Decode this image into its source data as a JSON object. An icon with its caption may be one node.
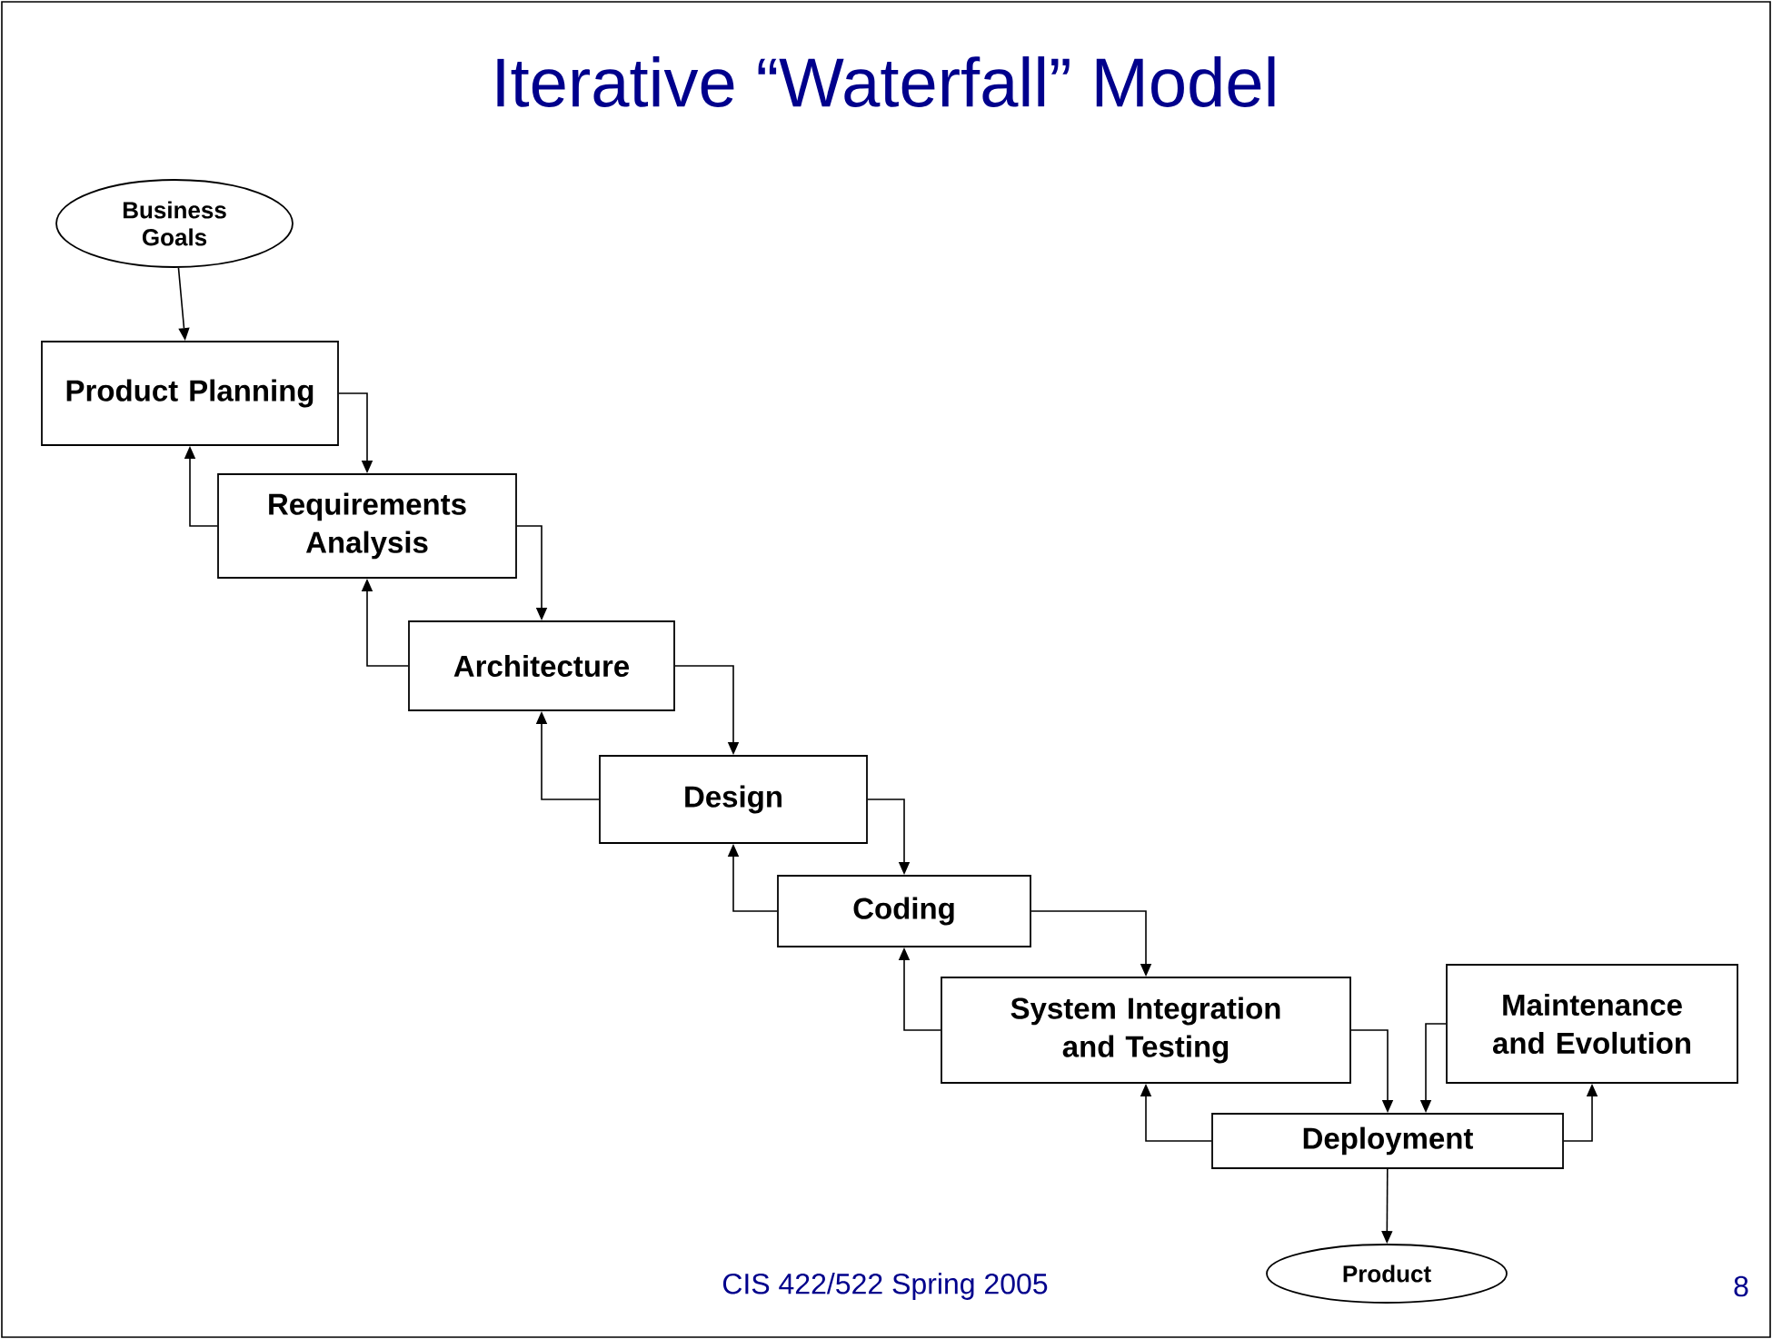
{
  "diagram": {
    "title": "Iterative “Waterfall” Model",
    "nodes": [
      {
        "text": [
          "Business Goals"
        ]
      },
      {
        "text": [
          "Product Planning"
        ]
      },
      {
        "text": [
          "Requirements Analysis"
        ]
      },
      {
        "text": [
          "Architecture"
        ]
      },
      {
        "text": [
          "Design"
        ]
      },
      {
        "text": [
          "Coding"
        ]
      },
      {
        "text": [
          "System Integration and Testing"
        ]
      },
      {
        "text": [
          "Maintenance and Evolution"
        ]
      },
      {
        "text": [
          "Deployment"
        ]
      },
      {
        "text": [
          "Product"
        ]
      }
    ],
    "edges": [
      {
        "from": 0,
        "to": 1,
        "arrow": "to"
      },
      {
        "from": 1,
        "to": 2,
        "arrow": "to"
      },
      {
        "from": 2,
        "to": 1,
        "arrow": "to"
      },
      {
        "from": 2,
        "to": 3,
        "arrow": "to"
      },
      {
        "from": 3,
        "to": 2,
        "arrow": "to"
      },
      {
        "from": 3,
        "to": 4,
        "arrow": "to"
      },
      {
        "from": 4,
        "to": 3,
        "arrow": "to"
      },
      {
        "from": 4,
        "to": 5,
        "arrow": "to"
      },
      {
        "from": 5,
        "to": 4,
        "arrow": "to"
      },
      {
        "from": 5,
        "to": 6,
        "arrow": "to"
      },
      {
        "from": 6,
        "to": 5,
        "arrow": "to"
      },
      {
        "from": 6,
        "to": 8,
        "arrow": "to"
      },
      {
        "from": 8,
        "to": 6,
        "arrow": "to"
      },
      {
        "from": 8,
        "to": 7,
        "arrow": "to"
      },
      {
        "from": 7,
        "to": 8,
        "arrow": "to"
      },
      {
        "from": 8,
        "to": 9,
        "arrow": "to"
      }
    ],
    "labels": [
      "CIS 422/522 Spring 2005",
      "8"
    ]
  }
}
